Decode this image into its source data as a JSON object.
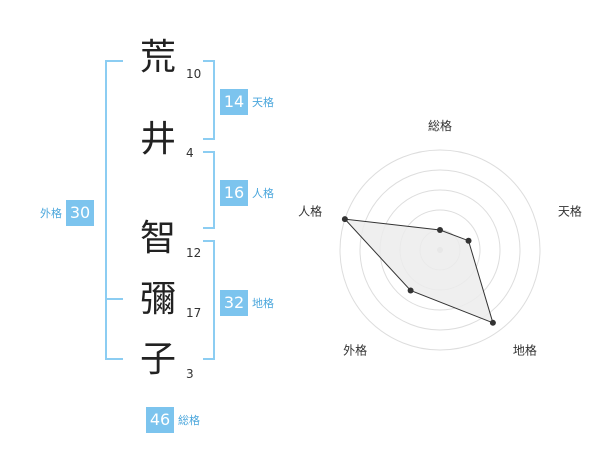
{
  "name": {
    "characters": [
      {
        "char": "荒",
        "strokes": "10"
      },
      {
        "char": "井",
        "strokes": "4"
      },
      {
        "char": "智",
        "strokes": "12"
      },
      {
        "char": "彌",
        "strokes": "17"
      },
      {
        "char": "子",
        "strokes": "3"
      }
    ]
  },
  "kakusu": {
    "tenkaku": {
      "value": "14",
      "label": "天格"
    },
    "jinkaku": {
      "value": "16",
      "label": "人格"
    },
    "chikaku": {
      "value": "32",
      "label": "地格"
    },
    "gaikaku": {
      "value": "30",
      "label": "外格"
    },
    "soukaku": {
      "value": "46",
      "label": "総格"
    }
  },
  "colors": {
    "accent": "#7cc4ee",
    "bracket": "#8ccdf2",
    "label": "#4aa6dc",
    "radar_fill": "#ececec",
    "radar_line": "#333333"
  },
  "chart_data": {
    "type": "radar",
    "axes": [
      "総格",
      "天格",
      "地格",
      "外格",
      "人格"
    ],
    "values": [
      1,
      1.5,
      4.5,
      2.5,
      5
    ],
    "rmax": 5,
    "rings": 5,
    "grid": true
  }
}
